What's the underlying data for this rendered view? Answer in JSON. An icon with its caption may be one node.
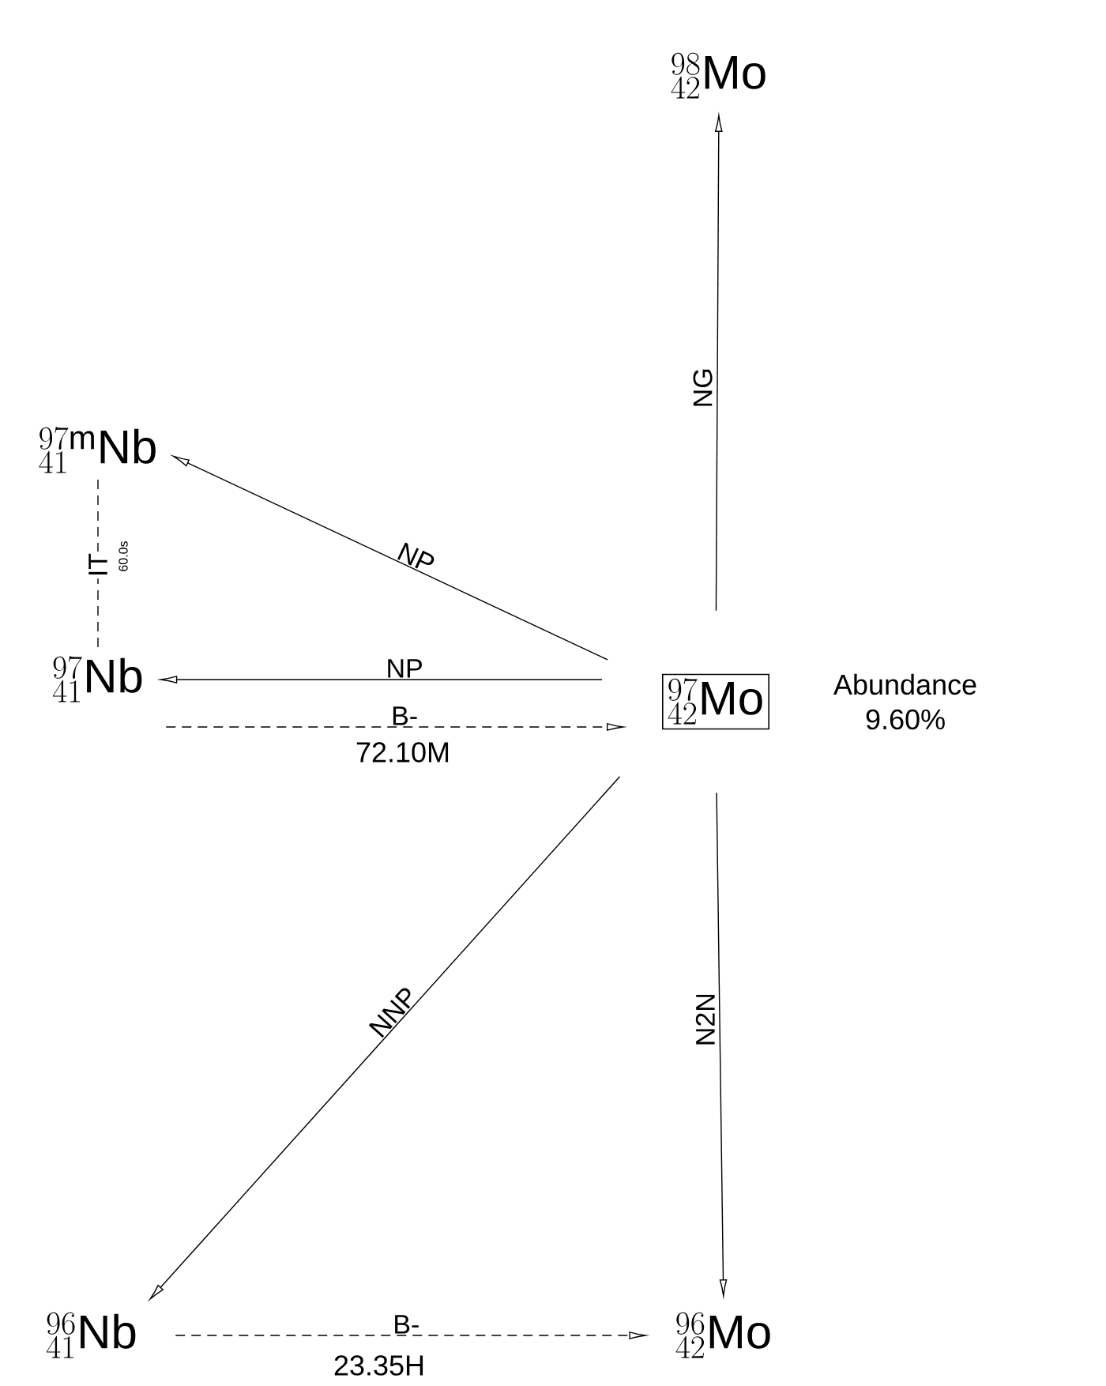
{
  "diagram": {
    "nodes": [
      {
        "text": [
          "{}^{98}_{42}\\mathrm{Mo}"
        ]
      },
      {
        "text": [
          "{}^{97\\mathrm{m}}_{41}\\mathrm{Nb}"
        ]
      },
      {
        "text": [
          "{}^{97}_{41}\\mathrm{Nb}"
        ]
      },
      {
        "text": [
          "{}^{97}_{42}\\mathrm{Mo}"
        ],
        "beside": [
          "Abundance 9.60%"
        ]
      },
      {
        "text": [
          "{}^{96}_{41}\\mathrm{Nb}"
        ]
      },
      {
        "text": [
          "{}^{96}_{42}\\mathrm{Mo}"
        ]
      }
    ],
    "edges": [
      {
        "from": 3,
        "to": 0,
        "arrow": "to",
        "label": "NG"
      },
      {
        "from": 3,
        "to": 1,
        "arrow": "to",
        "label": "NP"
      },
      {
        "from": 3,
        "to": 2,
        "arrow": "to",
        "label": "NP"
      },
      {
        "from": 2,
        "to": 3,
        "arrow": "to",
        "label": "B-",
        "style": "dashed"
      },
      {
        "from": 3,
        "to": 4,
        "arrow": "to",
        "label": "NNP"
      },
      {
        "from": 3,
        "to": 5,
        "arrow": "to",
        "label": "N2N"
      },
      {
        "from": 4,
        "to": 5,
        "arrow": "to",
        "label": "B-",
        "style": "dashed"
      },
      {
        "from": 1,
        "to": 2,
        "arrow": "none",
        "label": "IT",
        "style": "dashed"
      }
    ],
    "labels": [
      "60.0s",
      "72.10M",
      "23.35H"
    ]
  }
}
